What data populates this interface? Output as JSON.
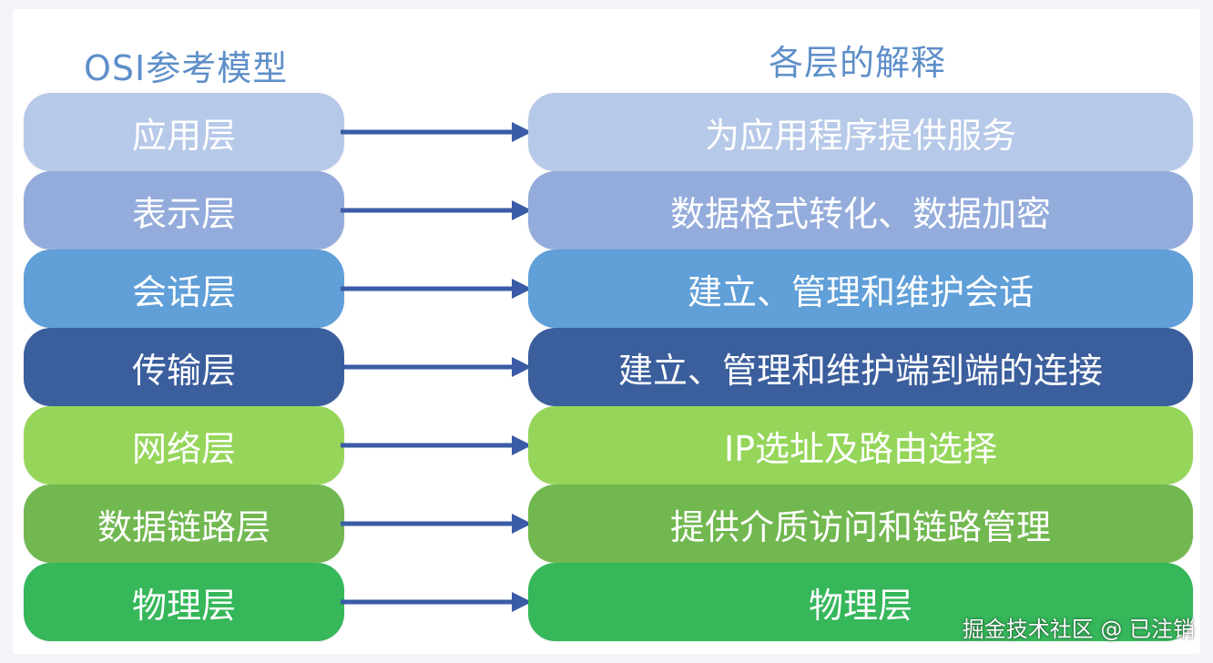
{
  "headings": {
    "left": "OSI参考模型",
    "right": "各层的解释"
  },
  "rows": [
    {
      "layer": "应用层",
      "description": "为应用程序提供服务",
      "color": "#b7c9e8"
    },
    {
      "layer": "表示层",
      "description": "数据格式转化、数据加密",
      "color": "#94acdb"
    },
    {
      "layer": "会话层",
      "description": "建立、管理和维护会话",
      "color": "#609fd8"
    },
    {
      "layer": "传输层",
      "description": "建立、管理和维护端到端的连接",
      "color": "#3b5e9d"
    },
    {
      "layer": "网络层",
      "description": "IP选址及路由选择",
      "color": "#95d65a"
    },
    {
      "layer": "数据链路层",
      "description": "提供介质访问和链路管理",
      "color": "#72b850"
    },
    {
      "layer": "物理层",
      "description": "物理层",
      "color": "#35b75a"
    }
  ],
  "arrow_color": "#3a5ba6",
  "watermark": "掘金技术社区 @ 已注销"
}
